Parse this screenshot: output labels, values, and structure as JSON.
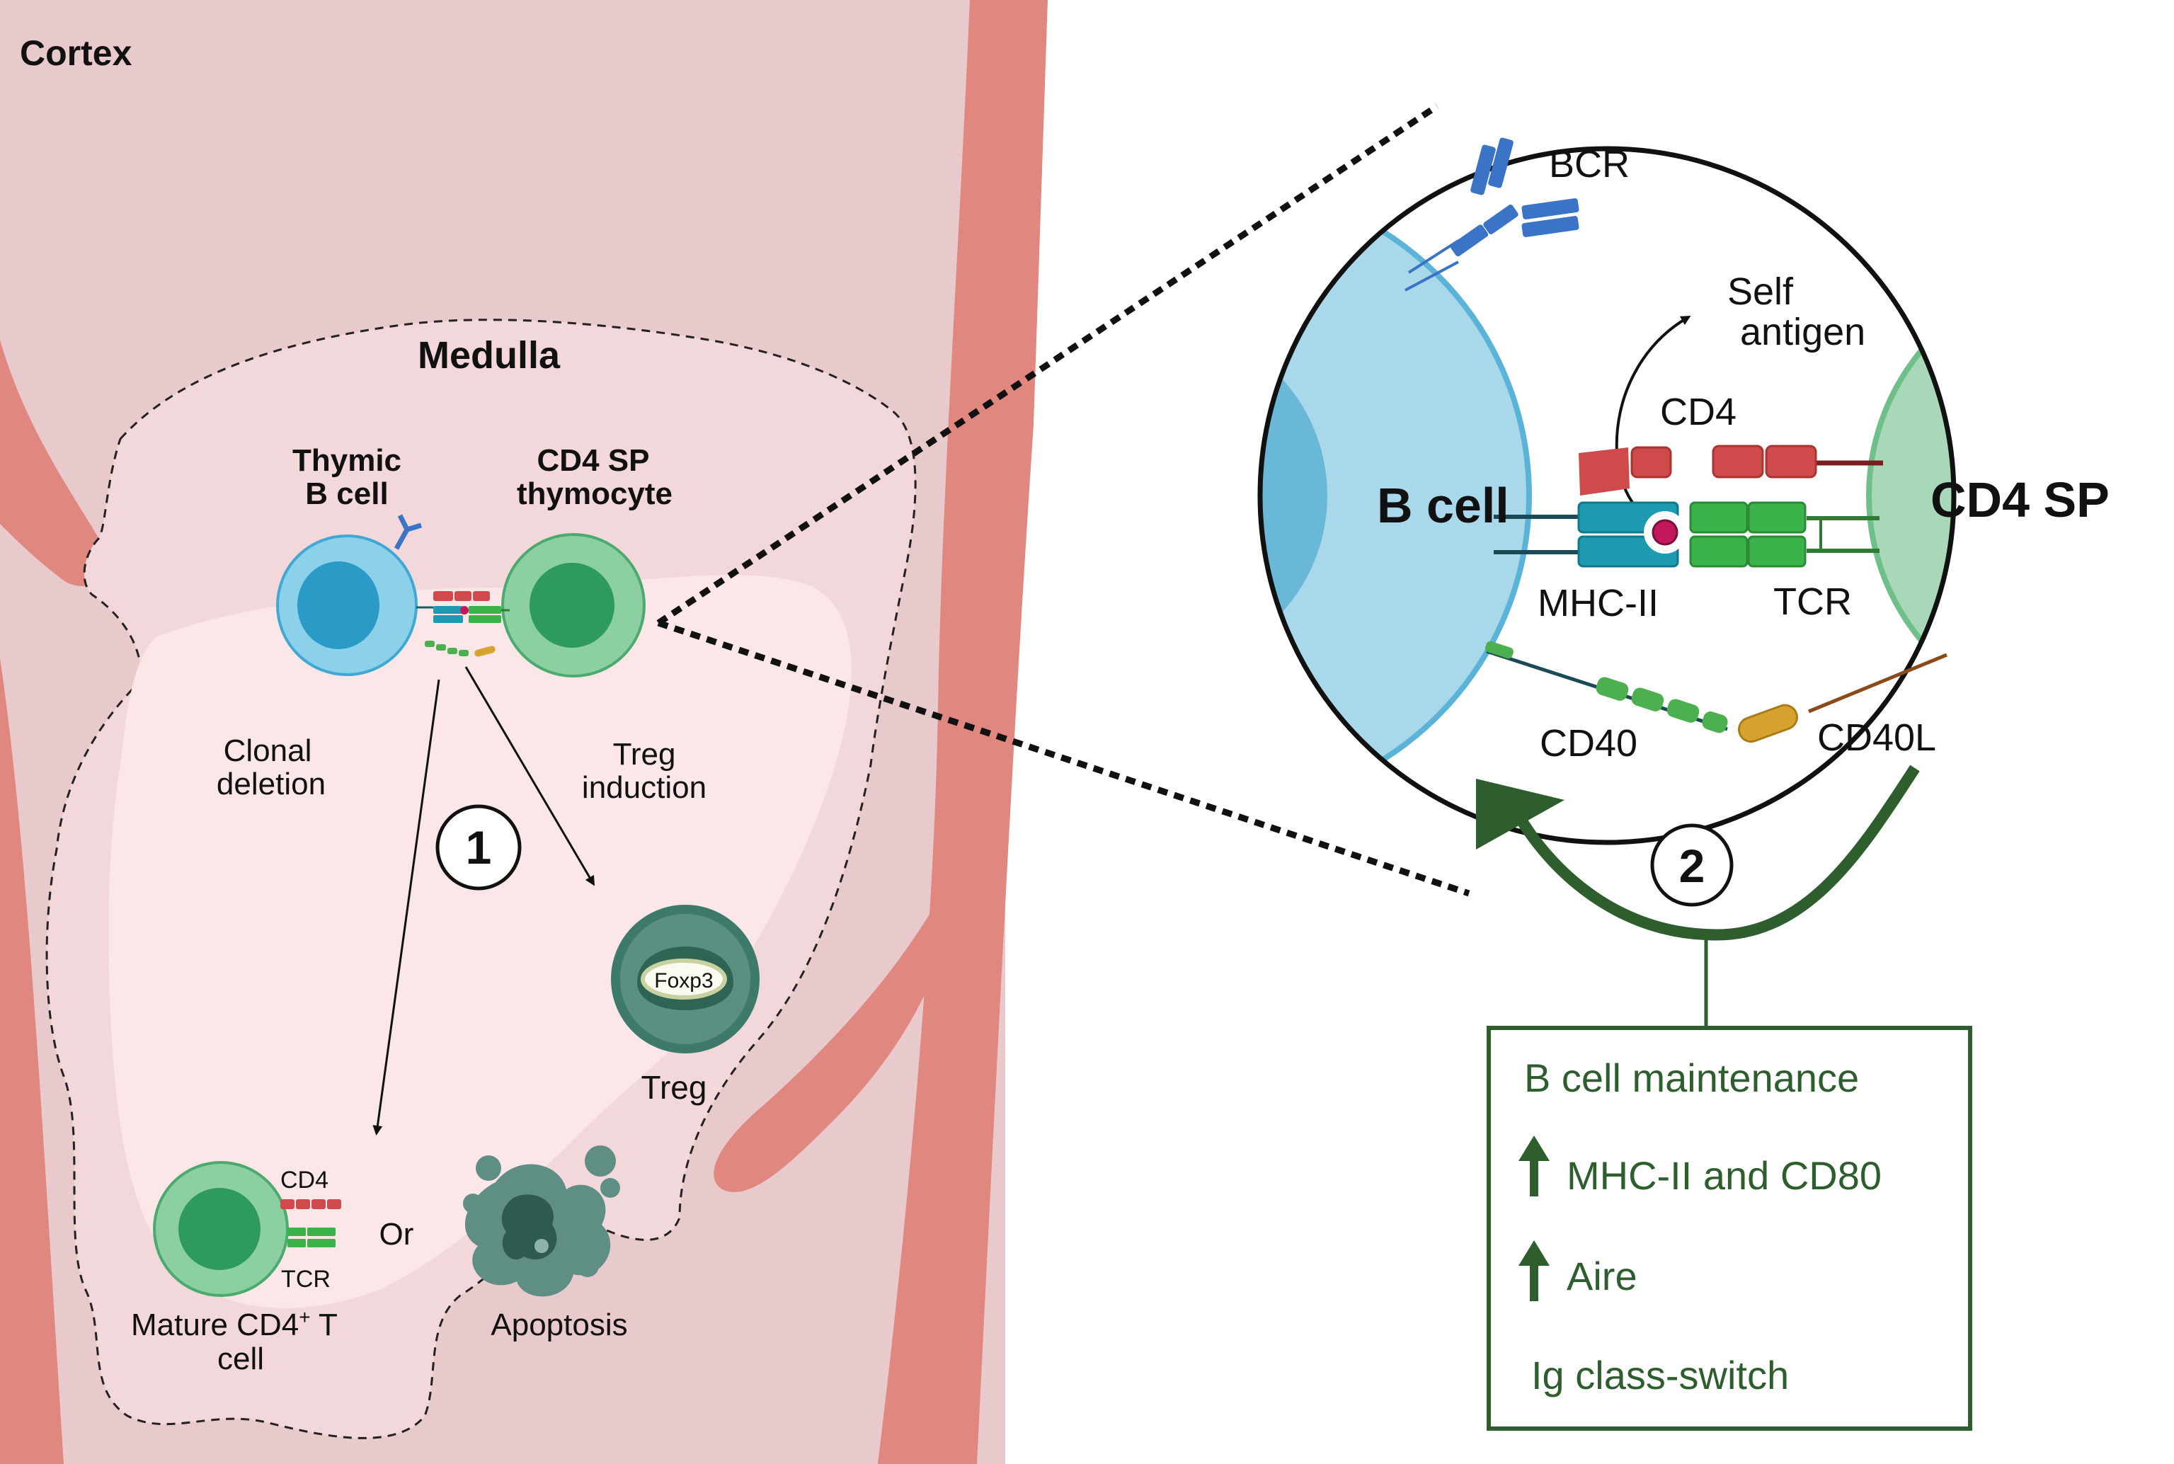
{
  "left_panel": {
    "cortex_label": "Cortex",
    "medulla_label": "Medulla",
    "thymic_b_cell_label": [
      "Thymic",
      "B cell"
    ],
    "cd4_sp_thymocyte_label": [
      "CD4 SP",
      "thymocyte"
    ],
    "clonal_deletion_label": [
      "Clonal",
      "deletion"
    ],
    "treg_induction_label": [
      "Treg",
      "induction"
    ],
    "step_one": "1",
    "foxp3_label": "Foxp3",
    "treg_label": "Treg",
    "mature_cd4_label": "CD4",
    "mature_tcr_label": "TCR",
    "or_label": "Or",
    "mature_cell_label_line1_pre": "Mature CD4",
    "mature_cell_label_sup": "+",
    "mature_cell_label_line1_post": " T",
    "mature_cell_label_line2": "cell",
    "apoptosis_label": "Apoptosis"
  },
  "zoom_panel": {
    "bcr_label": "BCR",
    "self_antigen_label": [
      "Self",
      "antigen"
    ],
    "cd4_label": "CD4",
    "b_cell_label": "B cell",
    "cd4_sp_label": "CD4 SP",
    "mhc_ii_label": "MHC-II",
    "tcr_label": "TCR",
    "cd40_label": "CD40",
    "cd40l_label": "CD40L",
    "step_two": "2"
  },
  "outcome_box": {
    "items": [
      "B cell maintenance",
      "MHC-II and CD80",
      "Aire",
      "Ig class-switch"
    ],
    "up_arrow_items": [
      1,
      2
    ]
  },
  "colors": {
    "cortex": "#e8c9cc",
    "medulla": "#f6dfe1",
    "vessel": "#e0877f",
    "b_cell": "#7ec8e3",
    "b_cell_nucleus": "#2a9bc6",
    "cd4_sp": "#7fc99a",
    "cd4_sp_nucleus": "#2e9a5f",
    "treg": "#3d7a6a",
    "dark_green": "#2e5e2e",
    "cd4_red": "#cf4a4a",
    "mhc_teal": "#1e9bb0",
    "tcr_green": "#3cb34a",
    "cd40l_gold": "#d6a32e",
    "bcr_blue": "#3b74c6",
    "antigen_magenta": "#c2185b"
  },
  "icons": [
    "bcr-antibody-icon",
    "up-arrow-icon",
    "apoptotic-cell-icon"
  ]
}
